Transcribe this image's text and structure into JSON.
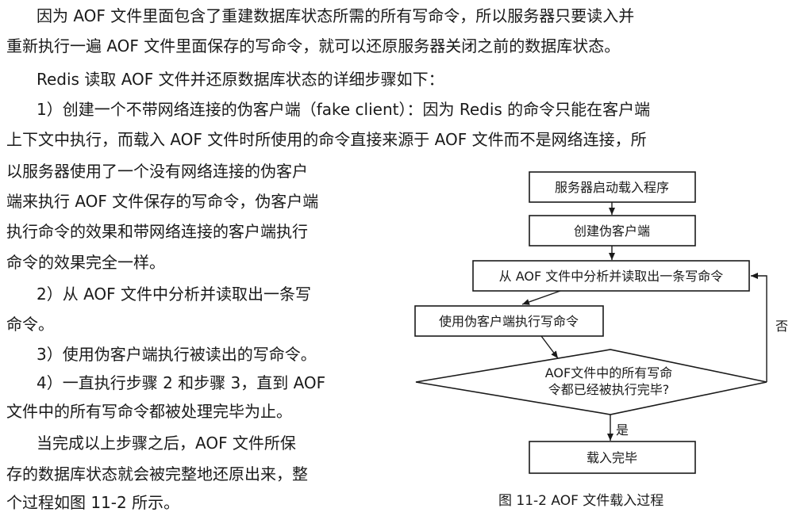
{
  "body_text": {
    "p1_line1": "因为 AOF 文件里面包含了重建数据库状态所需的所有写命令，所以服务器只要读入并",
    "p1_line2": "重新执行一遍 AOF 文件里面保存的写命令，就可以还原服务器关闭之前的数据库状态。",
    "p2": "Redis 读取 AOF 文件并还原数据库状态的详细步骤如下：",
    "step1_line1": "1）创建一个不带网络连接的伪客户端（fake client）：因为 Redis 的命令只能在客户端",
    "step1_line2": "上下文中执行，而载入 AOF 文件时所使用的命令直接来源于 AOF 文件而不是网络连接，所",
    "step1_line3": "以服务器使用了一个没有网络连接的伪客户",
    "step1_line4": "端来执行 AOF 文件保存的写命令，伪客户端",
    "step1_line5": "执行命令的效果和带网络连接的客户端执行",
    "step1_line6": "命令的效果完全一样。",
    "step2_line1": "2）从 AOF 文件中分析并读取出一条写",
    "step2_line2": "命令。",
    "step3": "3）使用伪客户端执行被读出的写命令。",
    "step4_line1": "4）一直执行步骤 2 和步骤 3，直到 AOF",
    "step4_line2": "文件中的所有写命令都被处理完毕为止。",
    "final_line1": "当完成以上步骤之后，AOF 文件所保",
    "final_line2": "存的数据库状态就会被完整地还原出来，整",
    "final_line3": "个过程如图 11-2 所示。"
  },
  "figure": {
    "box_start": "服务器启动载入程序",
    "box_create": "创建伪客户端",
    "box_read": "从 AOF 文件中分析并读取出一条写命令",
    "box_exec": "使用伪客户端执行写命令",
    "decision_line1": "AOF文件中的所有写命",
    "decision_line2": "令都已经被执行完毕?",
    "label_no": "否",
    "label_yes": "是",
    "box_done": "载入完毕",
    "caption": "图 11-2   AOF 文件载入过程"
  }
}
